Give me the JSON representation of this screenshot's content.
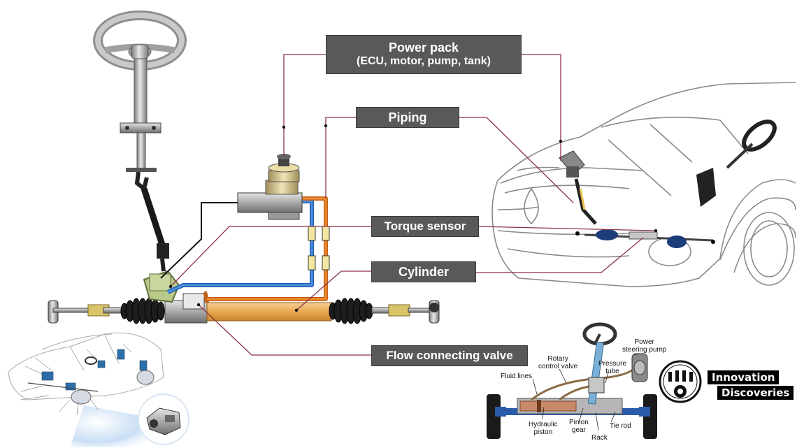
{
  "callouts": {
    "power_pack_line1": "Power pack",
    "power_pack_line2": "(ECU, motor, pump, tank)",
    "piping": "Piping",
    "torque_sensor": "Torque sensor",
    "cylinder": "Cylinder",
    "flow_valve": "Flow connecting valve"
  },
  "inset_hydraulic": {
    "labels": {
      "fluid_lines": "Fluid lines",
      "rotary_valve_1": "Rotary",
      "rotary_valve_2": "control valve",
      "pressure_tube_1": "Pressure",
      "pressure_tube_2": "tube",
      "pump_1": "Power",
      "pump_2": "steering pump",
      "hydraulic_piston_1": "Hydraulic",
      "hydraulic_piston_2": "piston",
      "pinion_gear_1": "Pinion",
      "pinion_gear_2": "gear",
      "rack": "Rack",
      "tie_rod": "Tie rod"
    }
  },
  "branding": {
    "line1": "Innovation",
    "line2": "Discoveries"
  },
  "colors": {
    "callout_bg": "#595959",
    "leader_line": "#8a3344",
    "pipe_blue": "#2e6fc4",
    "pipe_orange": "#e07a1f",
    "cylinder_fill": "#f0b66a",
    "sensor_green": "#b8c98a"
  }
}
